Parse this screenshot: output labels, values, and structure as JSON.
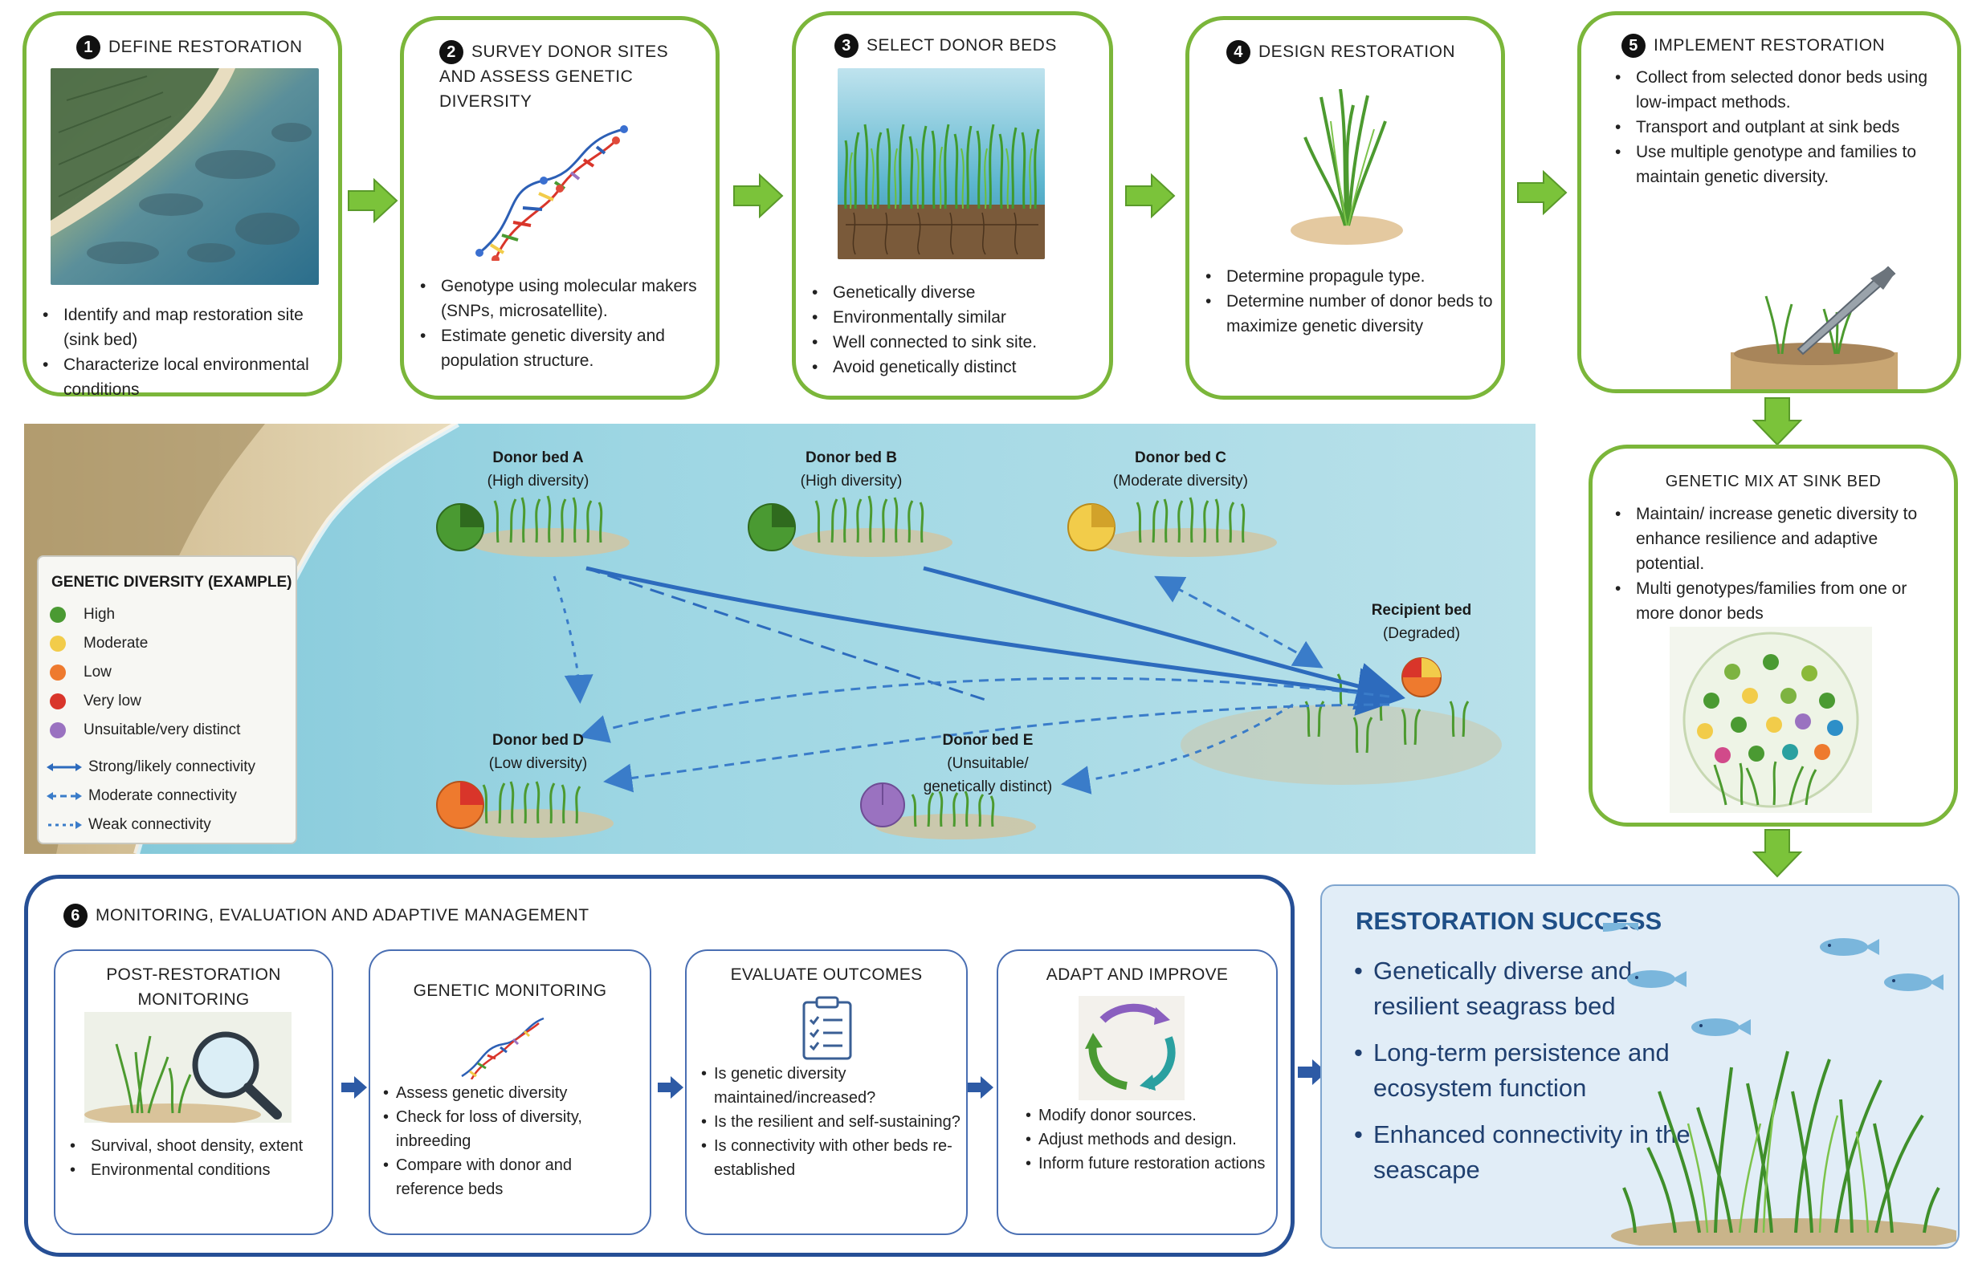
{
  "steps": [
    {
      "num": "1",
      "title": "DEFINE RESTORATION",
      "bullets": [
        "Identify and map restoration site (sink bed)",
        "Characterize local environmental conditions"
      ]
    },
    {
      "num": "2",
      "title": "SURVEY DONOR SITES AND ASSESS GENETIC DIVERSITY",
      "bullets": [
        "Genotype using molecular makers (SNPs, microsatellite).",
        "Estimate genetic diversity and population structure."
      ]
    },
    {
      "num": "3",
      "title": "SELECT DONOR BEDS",
      "bullets": [
        "Genetically diverse",
        "Environmentally similar",
        "Well connected to sink site.",
        "Avoid genetically distinct"
      ]
    },
    {
      "num": "4",
      "title": "DESIGN RESTORATION",
      "bullets": [
        "Determine propagule type.",
        "Determine number of donor beds to maximize genetic diversity"
      ]
    },
    {
      "num": "5",
      "title": "IMPLEMENT RESTORATION",
      "bullets": [
        "Collect from selected donor beds using low-impact methods.",
        "Transport and outplant at sink beds",
        "Use multiple genotype and families to maintain genetic diversity."
      ]
    }
  ],
  "genetic_mix": {
    "title": "GENETIC MIX AT SINK BED",
    "bullets": [
      "Maintain/ increase genetic diversity to enhance resilience and adaptive potential.",
      "Multi genotypes/families from one or more donor beds"
    ]
  },
  "legend": {
    "title": "GENETIC DIVERSITY (EXAMPLE)",
    "items": [
      {
        "label": "High",
        "color": "#4a9a32"
      },
      {
        "label": "Moderate",
        "color": "#f2cc4a"
      },
      {
        "label": "Low",
        "color": "#ee7a2e"
      },
      {
        "label": "Very low",
        "color": "#d9352a"
      },
      {
        "label": "Unsuitable/very distinct",
        "color": "#9a72c0"
      }
    ],
    "connectivity": [
      "Strong/likely connectivity",
      "Moderate connectivity",
      "Weak connectivity"
    ]
  },
  "beds": {
    "a": {
      "name": "Donor bed A",
      "desc": "(High diversity)"
    },
    "b": {
      "name": "Donor bed B",
      "desc": "(High diversity)"
    },
    "c": {
      "name": "Donor bed C",
      "desc": "(Moderate diversity)"
    },
    "d": {
      "name": "Donor bed D",
      "desc": "(Low diversity)"
    },
    "e": {
      "name": "Donor bed E",
      "desc1": "(Unsuitable/",
      "desc2": "genetically distinct)"
    },
    "r": {
      "name": "Recipient bed",
      "desc": "(Degraded)"
    }
  },
  "monitoring": {
    "num": "6",
    "title": "MONITORING, EVALUATION AND ADAPTIVE MANAGEMENT",
    "boxes": [
      {
        "title1": "POST-RESTORATION",
        "title2": "MONITORING",
        "bullets": [
          "Survival, shoot density, extent",
          "Environmental conditions"
        ]
      },
      {
        "title1": "GENETIC MONITORING",
        "bullets": [
          "Assess genetic diversity",
          "Check for loss of diversity, inbreeding",
          "Compare with donor and reference beds"
        ]
      },
      {
        "title1": "EVALUATE OUTCOMES",
        "bullets": [
          "Is genetic diversity maintained/increased?",
          "Is the resilient and self-sustaining?",
          "Is connectivity with other beds re-established"
        ]
      },
      {
        "title1": "ADAPT AND IMPROVE",
        "bullets": [
          "Modify donor sources.",
          "Adjust methods and design.",
          "Inform future restoration actions"
        ]
      }
    ]
  },
  "success": {
    "title": "RESTORATION SUCCESS",
    "bullets": [
      "Genetically diverse and resilient seagrass bed",
      "Long-term persistence and ecosystem function",
      "Enhanced connectivity in the seascape"
    ]
  }
}
